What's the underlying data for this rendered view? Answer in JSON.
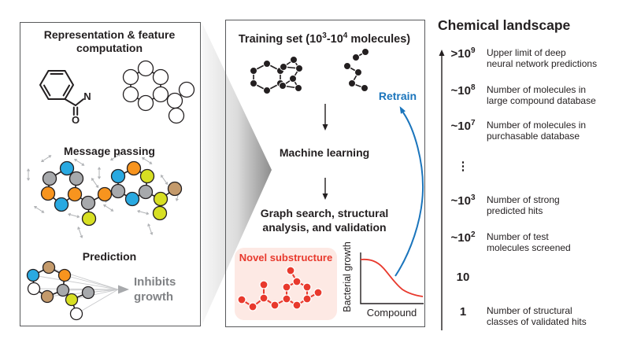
{
  "colors": {
    "ink": "#231f20",
    "border": "#58595b",
    "edge": "#231f20",
    "node-blue": "#29a9e1",
    "node-orange": "#f7941e",
    "node-gray": "#a7a9ac",
    "node-yellow": "#d7df23",
    "node-tan": "#c49a6b",
    "node-white": "#ffffff",
    "red": "#e8392d",
    "pink": "#fde9e4",
    "blue": "#1b75bc",
    "gray-text": "#808285",
    "faint-line": "#c9cacc",
    "arrow-gray": "#a7a9ac",
    "mini-arrow": "#b1b3b6"
  },
  "left_panel": {
    "title": "Representation & feature\ncomputation",
    "atom_labels": {
      "n": "N",
      "o": "O"
    },
    "message_passing_title": "Message passing",
    "prediction_title": "Prediction",
    "prediction_output": "Inhibits\ngrowth"
  },
  "middle_panel": {
    "title": {
      "t1": "Training set (10",
      "sup1": "3",
      "t2": "-10",
      "sup2": "4",
      "t3": " molecules)"
    },
    "retrain_label": "Retrain",
    "machine_learning_label": "Machine learning",
    "graph_search_label": "Graph search, structural\nanalysis, and validation",
    "novel_substructure_label": "Novel substructure",
    "chart": {
      "ylabel": "Bacterial growth",
      "xlabel": "Compound"
    }
  },
  "chart_data": {
    "type": "line",
    "title": "",
    "xlabel": "Compound",
    "ylabel": "Bacterial growth",
    "axis_ticks": "none",
    "legend": "none",
    "series": [
      {
        "name": "bacterial growth vs compound",
        "shape": "decreasing sigmoid",
        "points_norm": [
          [
            0.0,
            0.92
          ],
          [
            0.2,
            0.9
          ],
          [
            0.35,
            0.78
          ],
          [
            0.5,
            0.55
          ],
          [
            0.65,
            0.32
          ],
          [
            0.8,
            0.18
          ],
          [
            1.0,
            0.12
          ]
        ]
      }
    ]
  },
  "chemical_landscape": {
    "title": "Chemical landscape",
    "items": [
      {
        "base": ">10",
        "sup": "9",
        "desc": "Upper limit of deep\nneural network predictions"
      },
      {
        "base": "~10",
        "sup": "8",
        "desc": "Number of molecules in\nlarge compound database"
      },
      {
        "base": "~10",
        "sup": "7",
        "desc": "Number of molecules in\npurchasable database"
      },
      {
        "base": "⋮",
        "sup": "",
        "desc": ""
      },
      {
        "base": "~10",
        "sup": "3",
        "desc": "Number of strong\npredicted hits"
      },
      {
        "base": "~10",
        "sup": "2",
        "desc": "Number of test\nmolecules screened"
      },
      {
        "base": "10",
        "sup": "",
        "desc": ""
      },
      {
        "base": "1",
        "sup": "",
        "desc": "Number of structural\nclasses of validated hits"
      }
    ]
  }
}
